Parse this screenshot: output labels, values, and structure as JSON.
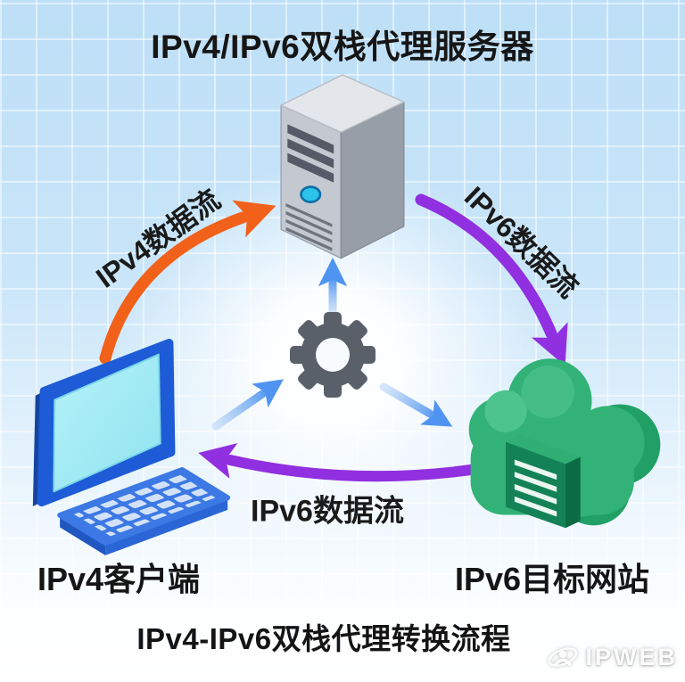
{
  "title": "IPv4/IPv6双栈代理服务器",
  "footer_title": "IPv4-IPv6双栈代理转换流程",
  "nodes": {
    "client": {
      "label": "IPv4客户端"
    },
    "website": {
      "label": "IPv6目标网站"
    }
  },
  "flows": {
    "client_to_server": {
      "label": "IPv4数据流",
      "color": "#F2611A"
    },
    "server_to_website": {
      "label": "IPv6数据流",
      "color": "#9130E0"
    },
    "website_to_client": {
      "label": "IPv6数据流",
      "color": "#9130E0"
    },
    "internal_color": "#4E94F0"
  },
  "icons": {
    "server": "server-tower-icon",
    "client": "desktop-computer-icon",
    "website": "cloud-server-icon",
    "converter": "gear-icon",
    "watermark_logo": "ipweb-logo-icon"
  },
  "palette": {
    "background": "#BDDFF7",
    "server_gray": "#C2C7CF",
    "client_blue": "#2B6BE0",
    "cloud_green": "#31B175",
    "gear_gray": "#59606A"
  },
  "watermark": {
    "text": "IPWEB"
  }
}
